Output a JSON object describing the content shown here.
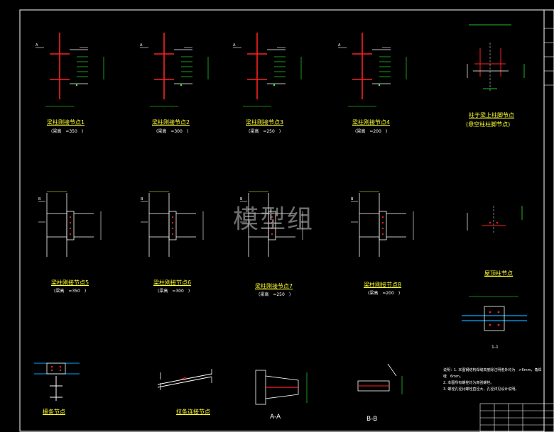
{
  "watermark": "模型组",
  "joints": [
    {
      "title": "梁柱刚接节点1",
      "sub": "(梁高　=350　)"
    },
    {
      "title": "梁柱刚接节点2",
      "sub": "(梁高　=300　)"
    },
    {
      "title": "梁柱刚接节点3",
      "sub": "(梁高　=250　)"
    },
    {
      "title": "梁柱刚接节点4",
      "sub": "(梁高　=200　)"
    },
    {
      "title": "梁柱刚接节点5",
      "sub": "(梁高　=350　)"
    },
    {
      "title": "梁柱刚接节点6",
      "sub": "(梁高　=300　)"
    },
    {
      "title": "梁柱刚接节点7",
      "sub": "(梁高　=250　)"
    },
    {
      "title": "梁柱刚接节点8",
      "sub": "(梁高　=200　)"
    }
  ],
  "right_details": {
    "col_base_title": "柱于梁上柱脚节点",
    "col_base_sub": "(悬空柱柱脚节点)",
    "col_top_title": "屋顶柱节点",
    "section_1_1": "1-1"
  },
  "bottom_details": {
    "purlin_title": "檩条节点",
    "brace_title": "拉条连接节点",
    "aa": "A-A",
    "bb": "B-B"
  },
  "marks": {
    "A": "A",
    "B": "B"
  },
  "notes": [
    "说明：1. 本图钢结构焊缝高度除注明者外均为　>6mm，角焊缝　6mm。",
    "2. 本图所有螺栓均为高强螺栓。",
    "3. 螺栓孔径比螺栓直径大，孔径详见设计说明。"
  ],
  "colors": {
    "background": "#000000",
    "steel": "#ff2020",
    "lines": "#ffffff",
    "titles": "#ffff33",
    "dims": "#33ff33",
    "bolts": "#00ffff"
  }
}
